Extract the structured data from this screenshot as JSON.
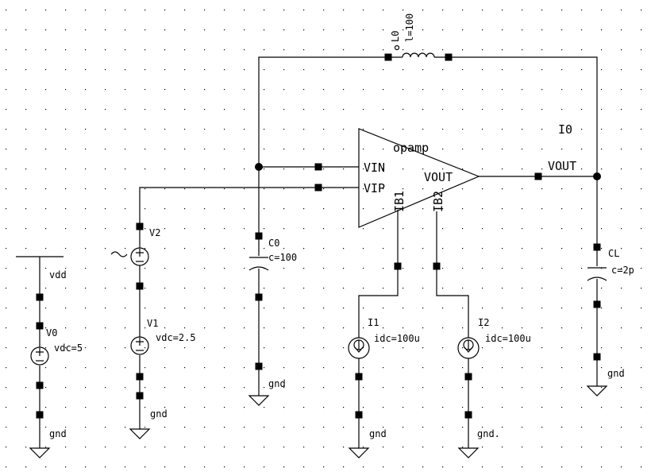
{
  "opamp": {
    "inst": "I0",
    "cell": "opamp",
    "vin": "VIN",
    "vip": "VIP",
    "vout": "VOUT",
    "ib1": "IB1",
    "ib2": "IB2"
  },
  "net_vout": "VOUT",
  "inductor": {
    "name": "L0",
    "value": "l=100"
  },
  "c0": {
    "name": "C0",
    "value": "c=100"
  },
  "cl": {
    "name": "CL",
    "value": "c=2p"
  },
  "v0": {
    "name": "V0",
    "value": "vdc=5"
  },
  "v1": {
    "name": "V1",
    "value": "vdc=2.5"
  },
  "v2": {
    "name": "V2"
  },
  "i1": {
    "name": "I1",
    "value": "idc=100u"
  },
  "i2": {
    "name": "I2",
    "value": "idc=100u"
  },
  "nets": {
    "vdd": "vdd",
    "gnd": "gnd",
    "gnd_i2": "gnd."
  }
}
